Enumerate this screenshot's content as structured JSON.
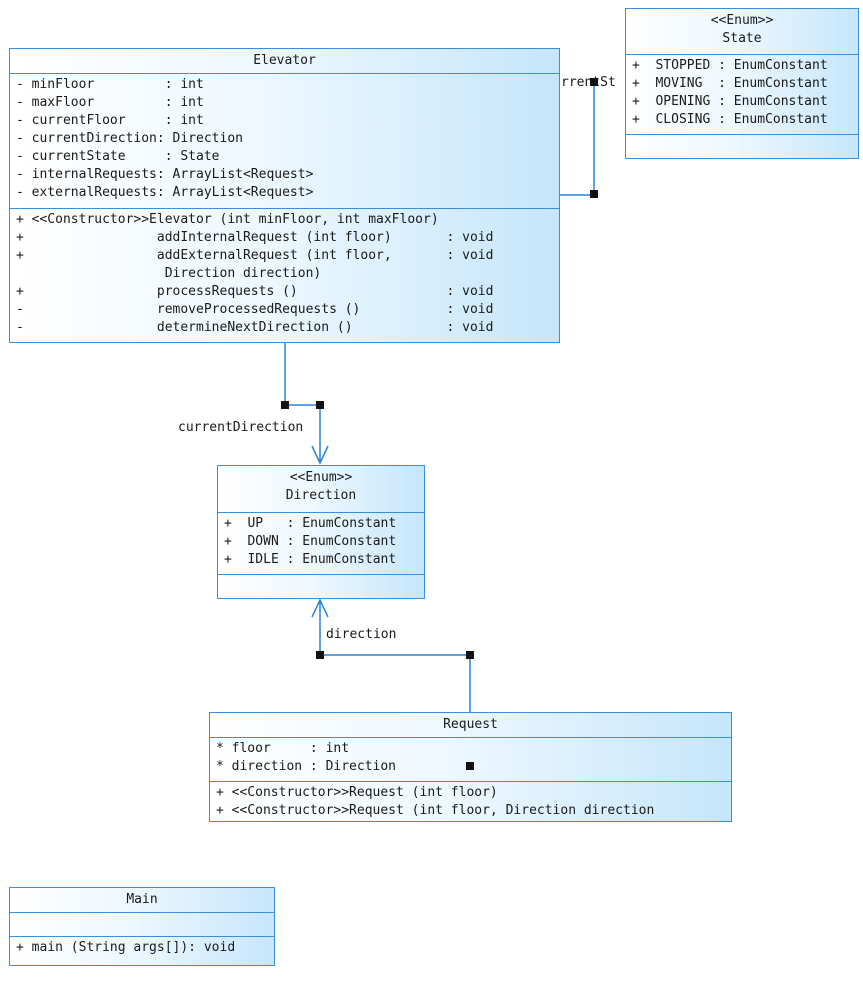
{
  "elevator": {
    "title": "Elevator",
    "attributes": [
      "- minFloor         : int",
      "- maxFloor         : int",
      "- currentFloor     : int",
      "- currentDirection: Direction",
      "- currentState     : State",
      "- internalRequests: ArrayList<Request>",
      "- externalRequests: ArrayList<Request>"
    ],
    "methods": [
      "+ <<Constructor>>Elevator (int minFloor, int maxFloor)",
      "+                 addInternalRequest (int floor)       : void",
      "+                 addExternalRequest (int floor,       : void",
      "                   Direction direction)",
      "+                 processRequests ()                   : void",
      "-                 removeProcessedRequests ()           : void",
      "-                 determineNextDirection ()            : void"
    ]
  },
  "state": {
    "stereotype": "<<Enum>>",
    "title": "State",
    "constants": [
      "+  STOPPED : EnumConstant",
      "+  MOVING  : EnumConstant",
      "+  OPENING : EnumConstant",
      "+  CLOSING : EnumConstant"
    ]
  },
  "direction": {
    "stereotype": "<<Enum>>",
    "title": "Direction",
    "constants": [
      "+  UP   : EnumConstant",
      "+  DOWN : EnumConstant",
      "+  IDLE : EnumConstant"
    ]
  },
  "request": {
    "title": "Request",
    "attributes": [
      "* floor     : int",
      "* direction : Direction"
    ],
    "methods": [
      "+ <<Constructor>>Request (int floor)",
      "+ <<Constructor>>Request (int floor, Direction direction"
    ]
  },
  "main": {
    "title": "Main",
    "methods": [
      "+ main (String args[]): void"
    ]
  },
  "associations": {
    "current_state_label": "rrentSt",
    "current_direction_label": "currentDirection",
    "direction_label": "direction"
  },
  "colors": {
    "border": "#3a8fdc",
    "connector": "#2a84d8",
    "fill_light": "#eef8ff",
    "fill_dark": "#c6e6fb"
  }
}
